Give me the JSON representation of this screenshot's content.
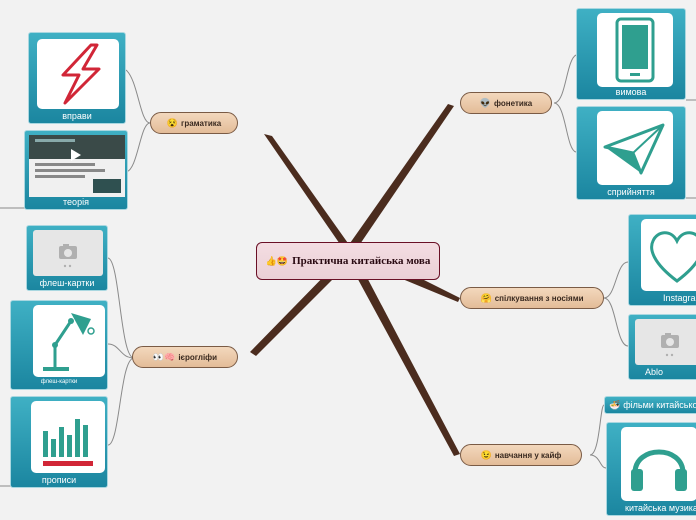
{
  "central": {
    "label": "Практична китайська мова",
    "emoji": "👍🤩"
  },
  "branches": {
    "grammar": {
      "label": "граматика",
      "emoji": "😵"
    },
    "phonetics": {
      "label": "фонетика",
      "emoji": "👽"
    },
    "hieroglyphs": {
      "label": "ієрогліфи",
      "emoji": "👀🧠"
    },
    "speaking": {
      "label": "спілкування з носіями",
      "emoji": "🤗"
    },
    "fun": {
      "label": "навчання у кайф",
      "emoji": "😉"
    }
  },
  "cards": {
    "exercises": {
      "caption": "вправи",
      "side_icon": "🧑"
    },
    "theory": {
      "caption": "теорія"
    },
    "flashcards": {
      "caption": "флеш-картки"
    },
    "flashcards2": {
      "caption": "флеш-картки",
      "side_icon": "✊"
    },
    "copybooks": {
      "caption": "прописи",
      "side_icon": "😱"
    },
    "pronunciation": {
      "caption": "вимова",
      "side_icon": "▶"
    },
    "perception": {
      "caption": "сприйняття",
      "side_icon": "▶"
    },
    "instagram": {
      "caption": "Instagram",
      "side_icon": "😀"
    },
    "ablo": {
      "caption": "Ablo"
    },
    "films": {
      "caption": "фільми китайською",
      "side_icon": "🍜"
    },
    "music": {
      "caption": "китайська музика",
      "side_icon": "▶"
    }
  },
  "colors": {
    "spoke": "#4b2c1e",
    "card": "#2a9ab3",
    "connector": "#8a8a8a",
    "icon_red": "#d12637",
    "icon_teal": "#2f9f8f"
  }
}
